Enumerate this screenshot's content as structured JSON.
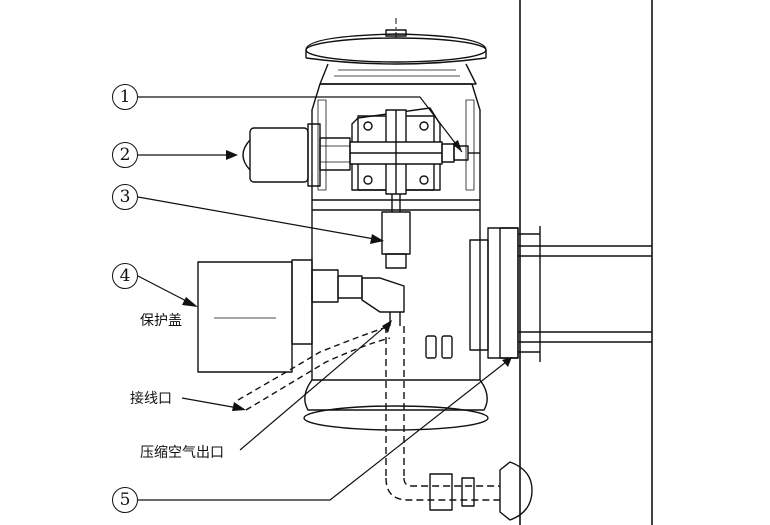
{
  "callouts": [
    {
      "number": "1"
    },
    {
      "number": "2"
    },
    {
      "number": "3"
    },
    {
      "number": "4"
    },
    {
      "number": "5"
    }
  ],
  "labels": {
    "protective_cover": "保护盖",
    "wiring_port": "接线口",
    "compressed_air_outlet": "压缩空气出口"
  },
  "colors": {
    "line": "#111111",
    "background": "#ffffff"
  }
}
